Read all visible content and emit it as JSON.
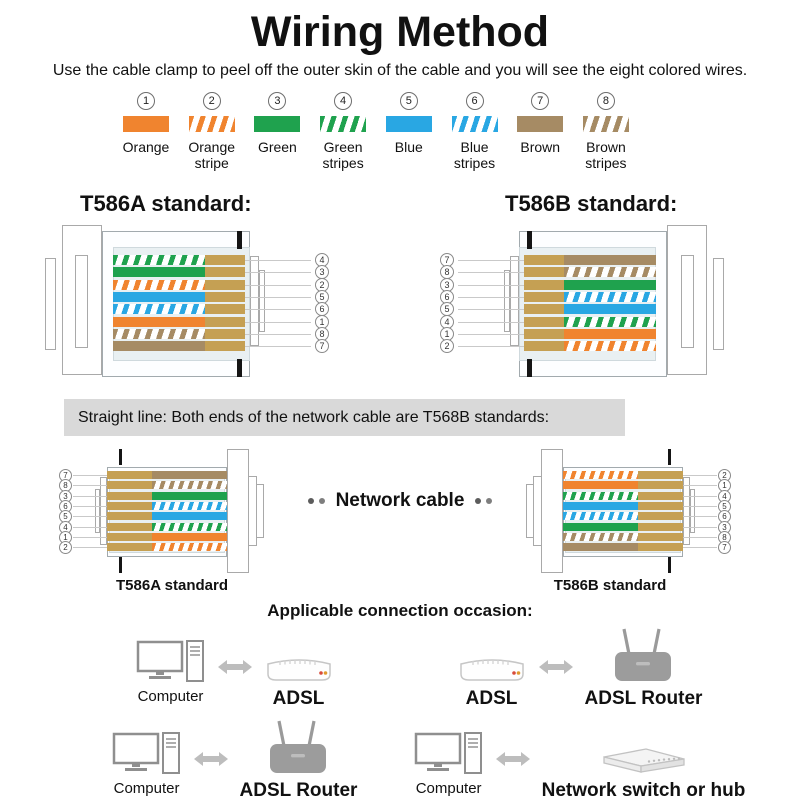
{
  "title": "Wiring Method",
  "subtitle": "Use the cable clamp to peel off the outer skin of the cable and you will see the eight colored wires.",
  "palette": {
    "orange": "#F0842F",
    "green": "#1FA24E",
    "blue": "#29A7E3",
    "brown": "#A68B64",
    "gold": "#C5A053",
    "bar_bg": "#D9D9D9",
    "icon_gray": "#9A9A9A"
  },
  "wire_types": {
    "1": {
      "color": "orange",
      "striped": false
    },
    "2": {
      "color": "orange",
      "striped": true
    },
    "3": {
      "color": "green",
      "striped": false
    },
    "4": {
      "color": "green",
      "striped": true
    },
    "5": {
      "color": "blue",
      "striped": false
    },
    "6": {
      "color": "blue",
      "striped": true
    },
    "7": {
      "color": "brown",
      "striped": false
    },
    "8": {
      "color": "brown",
      "striped": true
    }
  },
  "legend": [
    {
      "wire": "1",
      "label": "Orange"
    },
    {
      "wire": "2",
      "label": "Orange stripe"
    },
    {
      "wire": "3",
      "label": "Green"
    },
    {
      "wire": "4",
      "label": "Green stripes"
    },
    {
      "wire": "5",
      "label": "Blue"
    },
    {
      "wire": "6",
      "label": "Blue stripes"
    },
    {
      "wire": "7",
      "label": "Brown"
    },
    {
      "wire": "8",
      "label": "Brown stripes"
    }
  ],
  "sections": {
    "standard_a_heading": "T586A standard:",
    "standard_b_heading": "T586B standard:",
    "straight_line_note": "Straight line: Both ends of the network cable are T568B standards:",
    "network_cable_label": "Network cable",
    "mid_left_label": "T586A standard",
    "mid_right_label": "T586B standard",
    "applicable_heading": "Applicable connection occasion:"
  },
  "connectors": {
    "top_left": {
      "standard": "T586A",
      "pin_numbers_top_to_bottom": [
        "4",
        "3",
        "2",
        "5",
        "6",
        "1",
        "8",
        "7"
      ]
    },
    "top_right": {
      "standard": "T586B",
      "pin_numbers_top_to_bottom": [
        "7",
        "8",
        "3",
        "6",
        "5",
        "4",
        "1",
        "2"
      ]
    },
    "mid_left": {
      "standard": "T586A",
      "pin_numbers_top_to_bottom": [
        "7",
        "8",
        "3",
        "6",
        "5",
        "4",
        "1",
        "2"
      ]
    },
    "mid_right": {
      "standard": "T586B",
      "pin_numbers_top_to_bottom": [
        "2",
        "1",
        "4",
        "5",
        "6",
        "3",
        "8",
        "7"
      ]
    }
  },
  "occasions": [
    {
      "left_icon": "computer",
      "left_label": "Computer",
      "right_icon": "adsl-modem",
      "right_label": "ADSL"
    },
    {
      "left_icon": "adsl-modem",
      "left_label": "ADSL",
      "right_icon": "router",
      "right_label": "ADSL Router"
    },
    {
      "left_icon": "computer",
      "left_label": "Computer",
      "right_icon": "router",
      "right_label": "ADSL Router"
    },
    {
      "left_icon": "computer",
      "left_label": "Computer",
      "right_icon": "switch",
      "right_label": "Network switch or hub"
    }
  ]
}
